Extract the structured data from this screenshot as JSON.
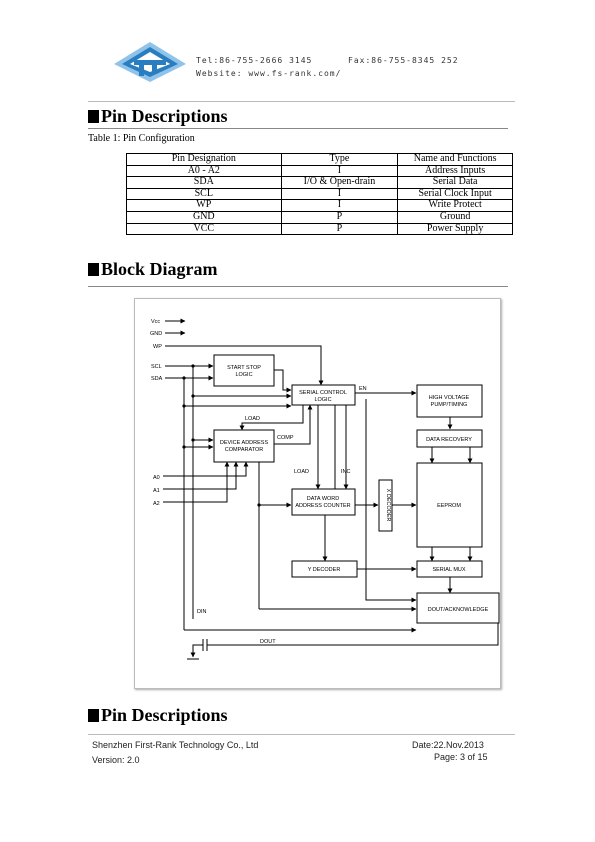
{
  "header": {
    "tel": "Tel:86-755-2666 3145",
    "fax": "Fax:86-755-8345 252",
    "website_label": "Website:",
    "website_url": "www.fs-rank.com/"
  },
  "sections": {
    "pin_descriptions": "Pin Descriptions",
    "block_diagram": "Block Diagram",
    "pin_descriptions_2": "Pin Descriptions"
  },
  "table": {
    "caption": "Table 1: Pin Configuration",
    "headers": [
      "Pin Designation",
      "Type",
      "Name and Functions"
    ],
    "rows": [
      [
        "A0 - A2",
        "I",
        "Address Inputs"
      ],
      [
        "SDA",
        "I/O & Open-drain",
        "Serial Data"
      ],
      [
        "SCL",
        "I",
        "Serial Clock Input"
      ],
      [
        "WP",
        "I",
        "Write Protect"
      ],
      [
        "GND",
        "P",
        "Ground"
      ],
      [
        "VCC",
        "P",
        "Power Supply"
      ]
    ]
  },
  "diagram": {
    "inputs": {
      "vcc": "Vcc",
      "gnd": "GND",
      "wp": "WP",
      "scl": "SCL",
      "sda": "SDA",
      "a0": "A0",
      "a1": "A1",
      "a2": "A2"
    },
    "blocks": {
      "start_stop": [
        "START STOP",
        "LOGIC"
      ],
      "serial_control": [
        "SERIAL CONTROL",
        "LOGIC"
      ],
      "device_address": [
        "DEVICE ADDRESS",
        "COMPARATOR"
      ],
      "data_word": [
        "DATA WORD",
        "ADDRESS COUNTER"
      ],
      "y_decoder": "Y DECODER",
      "x_decoder": "X DECODER",
      "high_voltage": [
        "HIGH VOLTAGE",
        "PUMP/TIMING"
      ],
      "data_recovery": "DATA RECOVERY",
      "eeprom": "EEPROM",
      "serial_mux": "SERIAL MUX",
      "dout_ack": "DOUT/ACKNOWLEDGE"
    },
    "signals": {
      "en": "EN",
      "load1": "LOAD",
      "comp": "COMP",
      "load2": "LOAD",
      "inc": "INC",
      "din": "DIN",
      "dout": "DOUT"
    }
  },
  "footer": {
    "company": "Shenzhen First-Rank Technology Co., Ltd",
    "version": "Version: 2.0",
    "date": "Date:22.Nov.2013",
    "page": "Page: 3 of 15"
  },
  "colors": {
    "logo_blue": "#2a7ec0",
    "logo_light": "#8fc3ea"
  }
}
